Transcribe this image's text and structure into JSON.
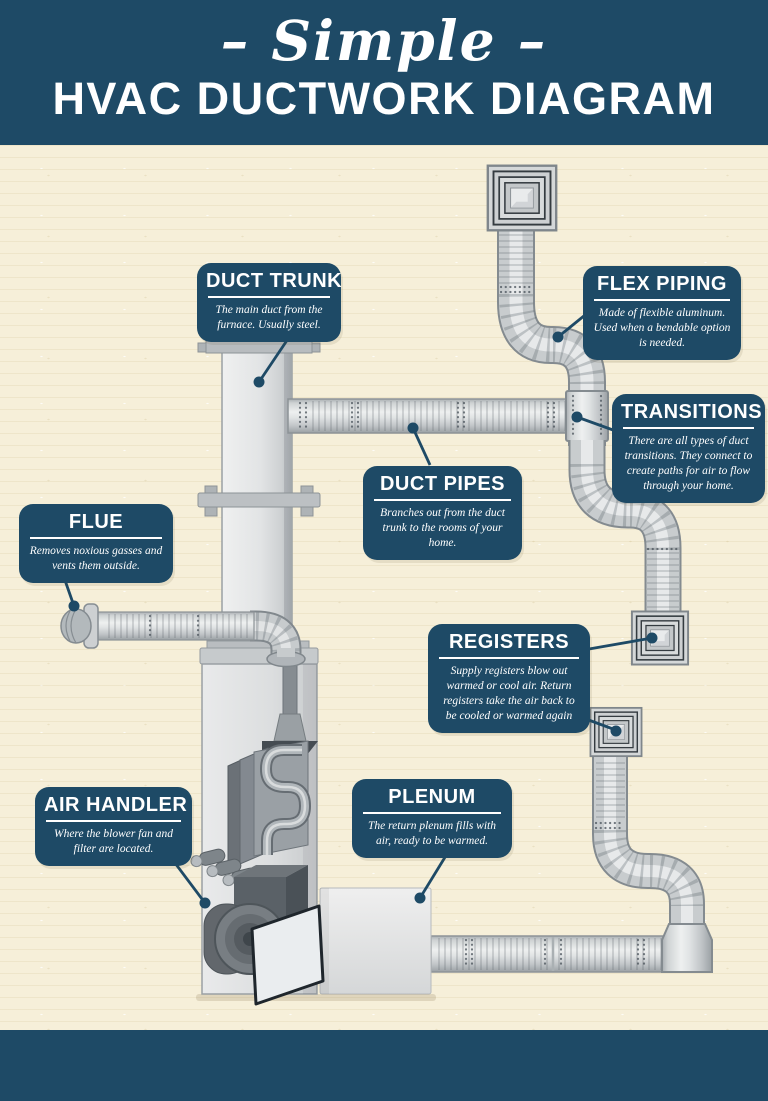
{
  "header": {
    "subtitle": "– Simple –",
    "title": "HVAC DUCTWORK DIAGRAM"
  },
  "callouts": [
    {
      "id": "duct-trunk",
      "title": "DUCT TRUNK",
      "description": "The main duct from the furnace. Usually steel."
    },
    {
      "id": "flex-piping",
      "title": "FLEX PIPING",
      "description": "Made of flexible aluminum. Used when a bendable option is needed."
    },
    {
      "id": "transitions",
      "title": "TRANSITIONS",
      "description": "There are all types of duct transitions. They connect to create paths for air to flow through your home."
    },
    {
      "id": "duct-pipes",
      "title": "DUCT PIPES",
      "description": "Branches out from the duct trunk to the rooms of your home."
    },
    {
      "id": "flue",
      "title": "FLUE",
      "description": "Removes noxious gasses and vents them outside."
    },
    {
      "id": "registers",
      "title": "REGISTERS",
      "description": "Supply registers blow out warmed or cool air. Return registers take the air back to be cooled or warmed again"
    },
    {
      "id": "air-handler",
      "title": "AIR HANDLER",
      "description": "Where the blower fan and filter are located."
    },
    {
      "id": "plenum",
      "title": "PLENUM",
      "description": "The return plenum fills with air, ready to be warmed."
    }
  ],
  "colors": {
    "navy": "#1E4A66",
    "cream": "#F6EFD9",
    "pipe_light": "#EEF0F0",
    "pipe_mid": "#C8CCCE",
    "pipe_shadow": "#848B90",
    "leader": "#1E4A66",
    "text": "#FFFFFF"
  }
}
